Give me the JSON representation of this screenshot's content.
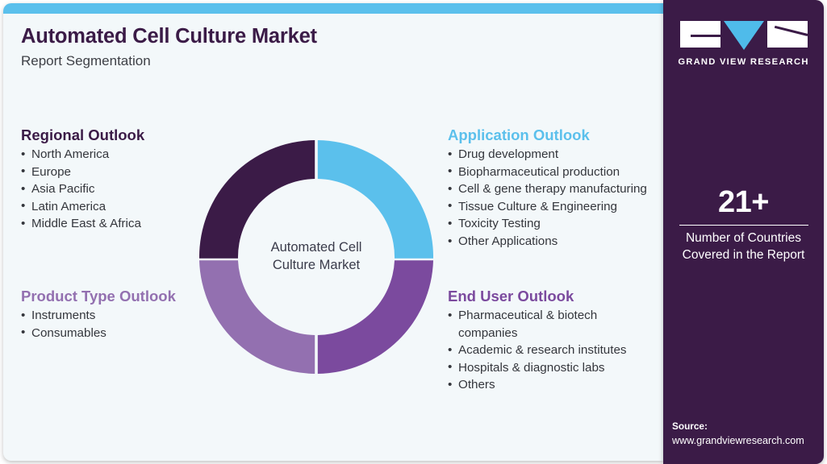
{
  "header": {
    "title": "Automated Cell Culture Market",
    "subtitle": "Report Segmentation"
  },
  "colors": {
    "accent_bar": "#5bc0ec",
    "panel_background": "#f3f8fa",
    "sidebar_background": "#3b1b47",
    "dark_purple": "#3b1b47",
    "light_blue": "#5bc0ec",
    "medium_purple": "#7b4a9e",
    "light_purple": "#9370b0",
    "body_text": "#34363c"
  },
  "donut": {
    "center_line1": "Automated Cell",
    "center_line2": "Culture Market"
  },
  "segments": {
    "regional": {
      "heading": "Regional Outlook",
      "heading_color": "#3b1b47",
      "items": [
        "North America",
        "Europe",
        "Asia Pacific",
        "Latin America",
        "Middle East & Africa"
      ]
    },
    "product_type": {
      "heading": "Product Type Outlook",
      "heading_color": "#9370b0",
      "items": [
        "Instruments",
        "Consumables"
      ]
    },
    "application": {
      "heading": "Application Outlook",
      "heading_color": "#5bc0ec",
      "items": [
        "Drug development",
        "Biopharmaceutical production",
        "Cell & gene therapy manufacturing",
        "Tissue Culture & Engineering",
        "Toxicity Testing",
        "Other Applications"
      ]
    },
    "end_user": {
      "heading": "End User Outlook",
      "heading_color": "#7b4a9e",
      "items": [
        "Pharmaceutical & biotech companies",
        "Academic & research institutes",
        "Hospitals & diagnostic labs",
        "Others"
      ]
    }
  },
  "sidebar": {
    "logo": {
      "text": "GRAND VIEW RESEARCH"
    },
    "stat": {
      "value": "21+",
      "label_line1": "Number of Countries",
      "label_line2": "Covered in the Report"
    },
    "source": {
      "title": "Source:",
      "url": "www.grandviewresearch.com"
    }
  },
  "chart_data": {
    "type": "pie",
    "title": "Automated Cell Culture Market",
    "categories": [
      "Application Outlook",
      "End User Outlook",
      "Product Type Outlook",
      "Regional Outlook"
    ],
    "values": [
      25,
      25,
      25,
      25
    ],
    "colors": [
      "#5bc0ec",
      "#7b4a9e",
      "#9370b0",
      "#3b1b47"
    ],
    "donut": true,
    "legend": "none"
  }
}
